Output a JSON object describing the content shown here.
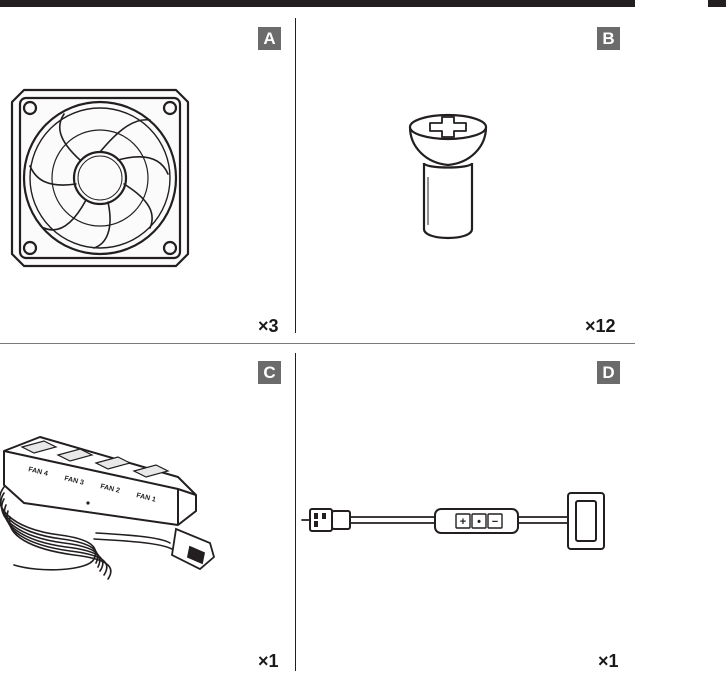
{
  "panels": [
    {
      "label": "A",
      "quantity": "×3"
    },
    {
      "label": "B",
      "quantity": "×12"
    },
    {
      "label": "C",
      "quantity": "×1"
    },
    {
      "label": "D",
      "quantity": "×1"
    }
  ],
  "hub": {
    "ports": [
      "FAN 4",
      "FAN 3",
      "FAN 2",
      "FAN 1"
    ]
  },
  "controller": {
    "buttons": [
      "+",
      "•",
      "−"
    ]
  }
}
